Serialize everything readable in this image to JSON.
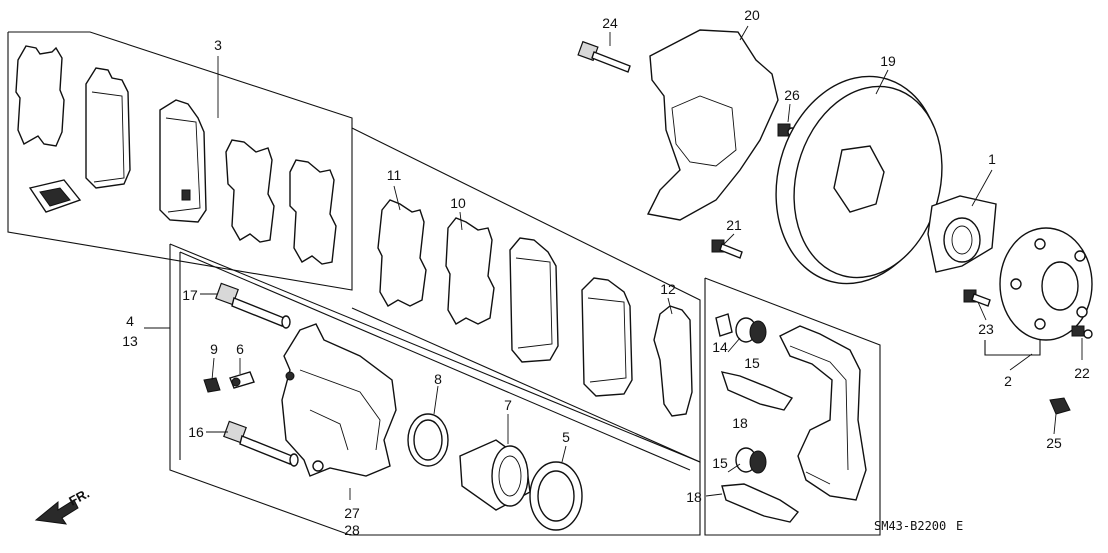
{
  "diagram_code": "SM43-B2200",
  "diagram_code_suffix": "E",
  "direction_label": "FR.",
  "callouts": {
    "c1": "1",
    "c2": "2",
    "c3": "3",
    "c4": "4",
    "c5": "5",
    "c6": "6",
    "c7": "7",
    "c8": "8",
    "c9": "9",
    "c10": "10",
    "c11": "11",
    "c12": "12",
    "c13": "13",
    "c14": "14",
    "c15a": "15",
    "c15b": "15",
    "c16": "16",
    "c17": "17",
    "c18a": "18",
    "c18b": "18",
    "c19": "19",
    "c20": "20",
    "c21": "21",
    "c22": "22",
    "c23": "23",
    "c24": "24",
    "c25": "25",
    "c26": "26",
    "c27": "27",
    "c28": "28"
  },
  "colors": {
    "ink": "#111111",
    "background": "#ffffff"
  }
}
